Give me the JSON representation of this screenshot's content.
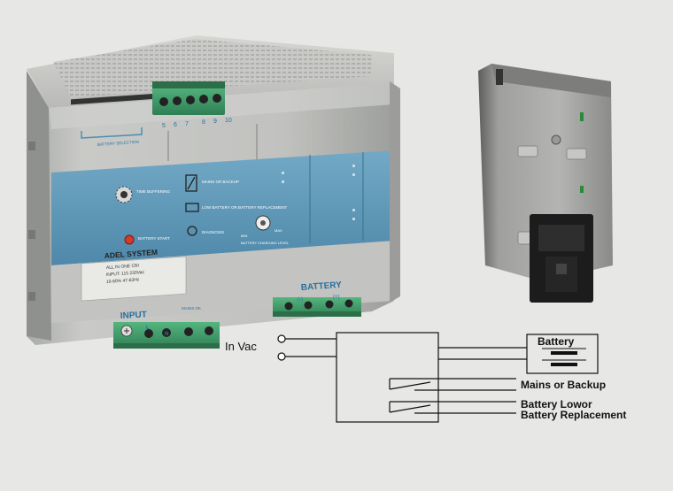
{
  "device": {
    "brand": "ADEL SYSTEM",
    "model_line1": "ALL IN ONE CBI",
    "model_line2": "INPUT: 115 230Vac",
    "model_line3": "10-60% 47-63Hz",
    "battery_label": "BATTERY",
    "input_label": "INPUT",
    "terminal_l": "L",
    "terminal_n": "N",
    "mains_ok_label": "MAINS OK",
    "battery_selection_label": "BATTERY SELECTION",
    "time_buffering_label": "TIME BUFFERING",
    "battery_start_label": "BATTERY START",
    "mains_or_backup_panel": "MAINS OR BACKUP",
    "low_battery_panel": "LOW BATTERY OR BATTERY REPLACEMENT",
    "diagnosis_label": "DIAGNOSIS",
    "battery_charging_level": "BATTERY CHARGING LEVEL",
    "min_label": "MIN",
    "max_label": "MAX",
    "top_terminal_numbers": [
      "5",
      "6",
      "7",
      "8",
      "9",
      "10"
    ],
    "battery_minus": "(-)",
    "battery_plus": "(+)"
  },
  "diagram": {
    "input_label": "In Vac",
    "battery_box_label": "Battery",
    "relay1_label": "Mains or Backup",
    "relay2_label_line1": "Battery Lowor",
    "relay2_label_line2": "Battery Replacement"
  },
  "colors": {
    "background": "#e7e7e6",
    "housing": "#bfc0bd",
    "blue_band": "#5f98b8",
    "terminal_green": "#3f9e6b",
    "din_clip": "#1c1c1c"
  }
}
